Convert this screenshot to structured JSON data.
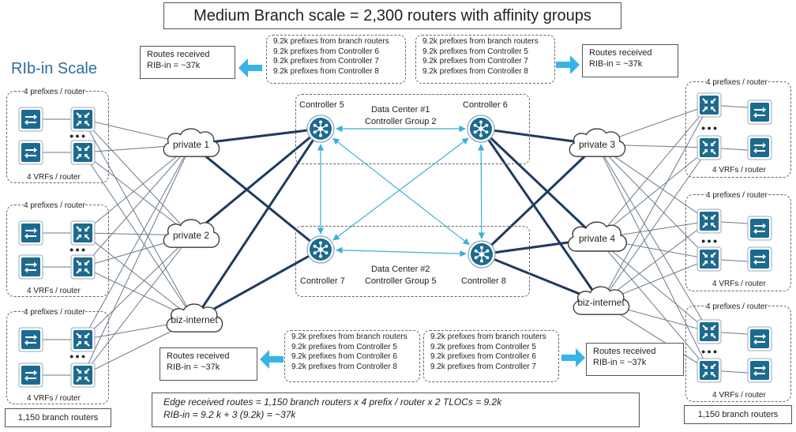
{
  "title": "Medium Branch scale = 2,300 routers with affinity groups",
  "rib_title": "RIb-in Scale",
  "routes_box": {
    "line1": "Routes received",
    "line2": "RIB-in = ~37k"
  },
  "top_left_list": [
    "9.2k prefixes from branch routers",
    "9.2k prefixes from Controller 6",
    "9.2k prefixes from Controller 7",
    "9.2k prefixes from Controller 8"
  ],
  "top_right_list": [
    "9.2k prefixes from branch routers",
    "9.2k prefixes from Controller 5",
    "9.2k prefixes from Controller 7",
    "9.2k prefixes from Controller 8"
  ],
  "bottom_left_list": [
    "9.2k prefixes from branch routers",
    "9.2k prefixes from Controller 5",
    "9.2k prefixes from Controller 6",
    "9.2k prefixes from Controller 8"
  ],
  "bottom_right_list": [
    "9.2k prefixes from branch routers",
    "9.2k prefixes from Controller 5",
    "9.2k prefixes from Controller 6",
    "9.2k prefixes from Controller 7"
  ],
  "controllers": {
    "c5": "Controller 5",
    "c6": "Controller 6",
    "c7": "Controller 7",
    "c8": "Controller 8"
  },
  "dc1": {
    "line1": "Data Center #1",
    "line2": "Controller Group 2"
  },
  "dc2": {
    "line1": "Data Center #2",
    "line2": "Controller Group 5"
  },
  "clouds": {
    "p1": "private 1",
    "p2": "private 2",
    "p3": "private 3",
    "p4": "private 4",
    "biz_left": "biz-internet",
    "biz_right": "biz-internet"
  },
  "branch_group": {
    "top": "4 prefixes / router",
    "bottom": "4 VRFs / router",
    "dots": "●●●"
  },
  "formula": {
    "line1": "Edge received  routes  = 1,150 branch routers   x 4 prefix / router x 2 TLOCs = 9.2k",
    "line2": "RIB-in = 9.2 k + 3 (9.2k) = ~37k"
  },
  "branch_count": "1,150 branch routers",
  "colors": {
    "router_fill": "#1d6a8f",
    "arrow": "#36b4e5",
    "link": "#1e3a5f",
    "thin_link": "#6b7a8a",
    "controller_link": "#3bb0d8"
  }
}
